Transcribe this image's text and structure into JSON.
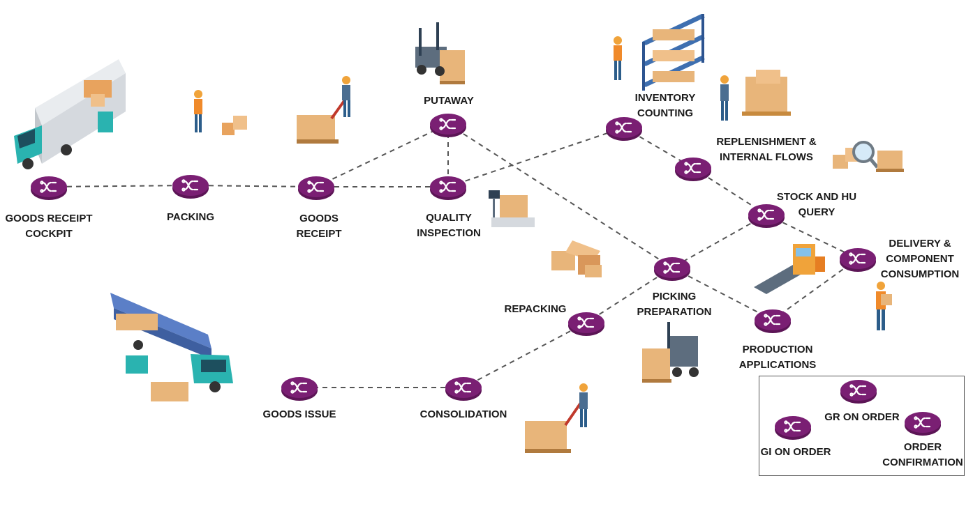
{
  "colors": {
    "node_fill": "#7a1f73",
    "node_rim": "#5c1556",
    "node_icon": "#ffffff",
    "edge": "#555555",
    "label": "#1a1a1a"
  },
  "nodes": {
    "goods_receipt_cockpit": [
      "GOODS RECEIPT",
      "COCKPIT"
    ],
    "packing": [
      "PACKING"
    ],
    "goods_receipt": [
      "GOODS",
      "RECEIPT"
    ],
    "putaway": [
      "PUTAWAY"
    ],
    "quality_inspection": [
      "QUALITY",
      "INSPECTION"
    ],
    "inventory_counting": [
      "INVENTORY",
      "COUNTING"
    ],
    "replenishment": [
      "REPLENISHMENT &",
      "INTERNAL FLOWS"
    ],
    "stock_hu_query": [
      "STOCK AND HU",
      "QUERY"
    ],
    "delivery": [
      "DELIVERY &",
      "COMPONENT",
      "CONSUMPTION"
    ],
    "picking_preparation": [
      "PICKING",
      "PREPARATION"
    ],
    "production_applications": [
      "PRODUCTION",
      "APPLICATIONS"
    ],
    "repacking": [
      "REPACKING"
    ],
    "consolidation": [
      "CONSOLIDATION"
    ],
    "goods_issue": [
      "GOODS ISSUE"
    ]
  },
  "legend": {
    "gr_on_order": [
      "GR ON ORDER"
    ],
    "gi_on_order": [
      "GI ON ORDER"
    ],
    "order_confirmation": [
      "ORDER",
      "CONFIRMATION"
    ]
  },
  "edges": [
    [
      "goods_receipt_cockpit",
      "packing"
    ],
    [
      "packing",
      "goods_receipt"
    ],
    [
      "goods_receipt",
      "quality_inspection"
    ],
    [
      "goods_receipt",
      "putaway"
    ],
    [
      "putaway",
      "quality_inspection"
    ],
    [
      "putaway",
      "picking_preparation"
    ],
    [
      "quality_inspection",
      "inventory_counting"
    ],
    [
      "inventory_counting",
      "replenishment"
    ],
    [
      "replenishment",
      "stock_hu_query"
    ],
    [
      "stock_hu_query",
      "delivery"
    ],
    [
      "stock_hu_query",
      "picking_preparation"
    ],
    [
      "picking_preparation",
      "production_applications"
    ],
    [
      "production_applications",
      "delivery"
    ],
    [
      "picking_preparation",
      "repacking"
    ],
    [
      "repacking",
      "consolidation"
    ],
    [
      "consolidation",
      "goods_issue"
    ]
  ],
  "illustrations": [
    "truck-unloading-illustration",
    "worker-with-boxes-illustration",
    "pallet-jack-worker-illustration",
    "forklift-illustration",
    "inventory-shelf-worker-illustration",
    "replenishment-worker-illustration",
    "magnifier-boxes-illustration",
    "weighing-scale-illustration",
    "open-boxes-illustration",
    "conveyor-scanner-illustration",
    "worker-carrying-box-illustration",
    "loading-truck-illustration",
    "forklift-picking-illustration",
    "pallet-jack-consolidation-illustration"
  ]
}
